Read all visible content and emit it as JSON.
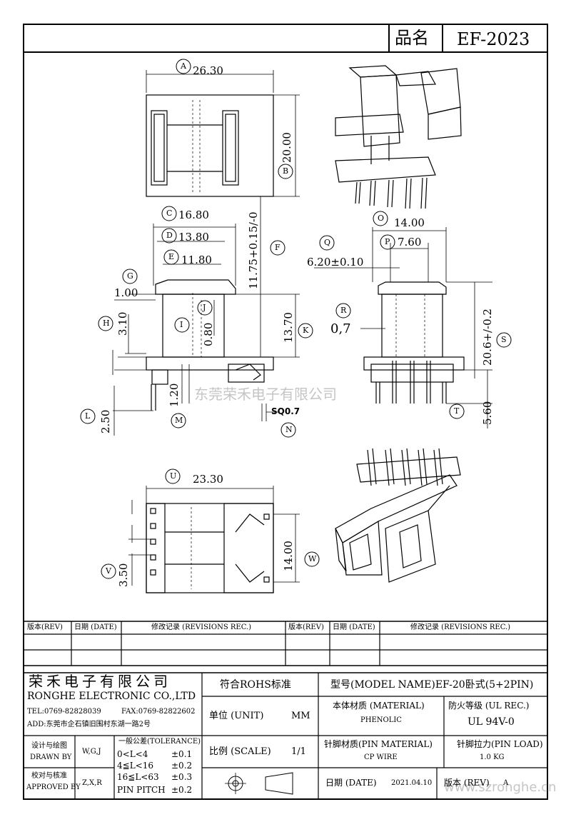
{
  "header": {
    "name_label": "品名",
    "part_no": "EF-2023"
  },
  "dimensions": {
    "A": "26.30",
    "B": "20.00",
    "C": "16.80",
    "D": "13.80",
    "E": "11.80",
    "F": "11.75+0.15/-0",
    "G": "1.00",
    "H": "3.10",
    "I": "0.80",
    "J": "J",
    "K": "13.70",
    "L": "2.50",
    "M": "1.20",
    "N": "SQ0.7",
    "O": "14.00",
    "P": "7.60",
    "Q": "6.20±0.10",
    "R": "0,7",
    "S": "20.6+/-0.2",
    "T": "5.60",
    "U": "23.30",
    "V": "3.50",
    "W": "14.00"
  },
  "watermark_center": "东莞荣禾电子有限公司",
  "watermark_url": "www.szronghe.cn",
  "revisions": {
    "headers": [
      "版本(REV)",
      "日期 (DATE)",
      "修改记录 (REVISIONS REC.)",
      "版本(REV)",
      "日期 (DATE)",
      "修改记录 (REVISIONS REC.)"
    ]
  },
  "titleblock": {
    "company_cn": "荣禾电子有限公司",
    "company_en": "RONGHE ELECTRONIC CO.,LTD",
    "tel": "TEL:0769-82828039",
    "fax": "FAX:0769-82822602",
    "address": "ADD:东莞市企石镇旧围村东湖一路2号",
    "rohs": "符合ROHS标准",
    "model": "型号(MODEL NAME)EF-20卧式(5+2PIN)",
    "unit_label": "单位 (UNIT)",
    "unit_value": "MM",
    "scale_label": "比例 (SCALE)",
    "scale_value": "1/1",
    "material_label": "本体材质 (MATERIAL)",
    "material_value": "PHENOLIC",
    "ul_label": "防火等级 (UL REC.)",
    "ul_value": "UL 94V-0",
    "pin_material_label": "针脚材质(PIN MATERIAL)",
    "pin_material_value": "CP WIRE",
    "pin_load_label": "针脚拉力(PIN LOAD)",
    "pin_load_value": "1.0 KG",
    "date_label": "日期 (DATE)",
    "date_value": "2021.04.10",
    "rev_label": "版本 (REV)",
    "rev_value": "A",
    "design_label_cn": "设计与绘图",
    "design_label_en": "DRAWN BY",
    "design_value": "W,G,J",
    "approve_label_cn": "校对与核准",
    "approve_label_en": "APPROVED BY",
    "approve_value": "Z,X,R",
    "tolerance_title": "一般公差(TOLERANCE)",
    "tolerance": [
      {
        "range": "0<L<4",
        "value": "±0.1"
      },
      {
        "range": "4≦L<16",
        "value": "±0.2"
      },
      {
        "range": "16≦L<63",
        "value": "±0.3"
      },
      {
        "range": "PIN PITCH",
        "value": "±0.2"
      }
    ]
  }
}
